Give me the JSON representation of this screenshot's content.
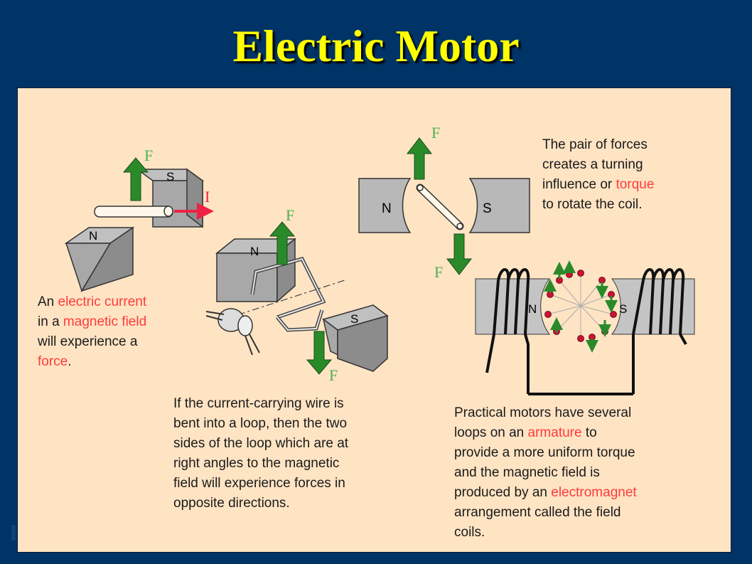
{
  "title": "Electric Motor",
  "colors": {
    "background": "#003366",
    "title": "#ffff00",
    "panel": "#ffe4c4",
    "highlight": "#ff3b3b",
    "force_arrow": "#2a8a2a",
    "force_label": "#4caf50",
    "current_arrow": "#ee2244"
  },
  "labels": {
    "force": "F",
    "current": "I",
    "north": "N",
    "south": "S"
  },
  "captions": {
    "straight_wire": {
      "t1": "An ",
      "h1": "electric current",
      "t2": "in a ",
      "h2": "magnetic field",
      "t3": "will experience a",
      "h3": "force",
      "t4": "."
    },
    "loop": {
      "l1": "If the current-carrying wire is",
      "l2": "bent into a loop, then the two",
      "l3": "sides of the loop which are at",
      "l4": "right angles to the magnetic",
      "l5": "field will experience forces in",
      "l6": "opposite directions."
    },
    "torque": {
      "l1": "The pair of forces",
      "l2": "creates a turning",
      "t3": "influence or ",
      "h3": "torque",
      "l4": "to rotate the coil."
    },
    "practical": {
      "l1": "Practical motors have several",
      "t2": "loops on an ",
      "h2": "armature",
      "t2b": " to",
      "l3": "provide a more uniform torque",
      "l4": "and the magnetic field is",
      "t5": "produced by an ",
      "h5": "electromagnet",
      "l6": "arrangement called the field",
      "l7": "coils."
    }
  }
}
